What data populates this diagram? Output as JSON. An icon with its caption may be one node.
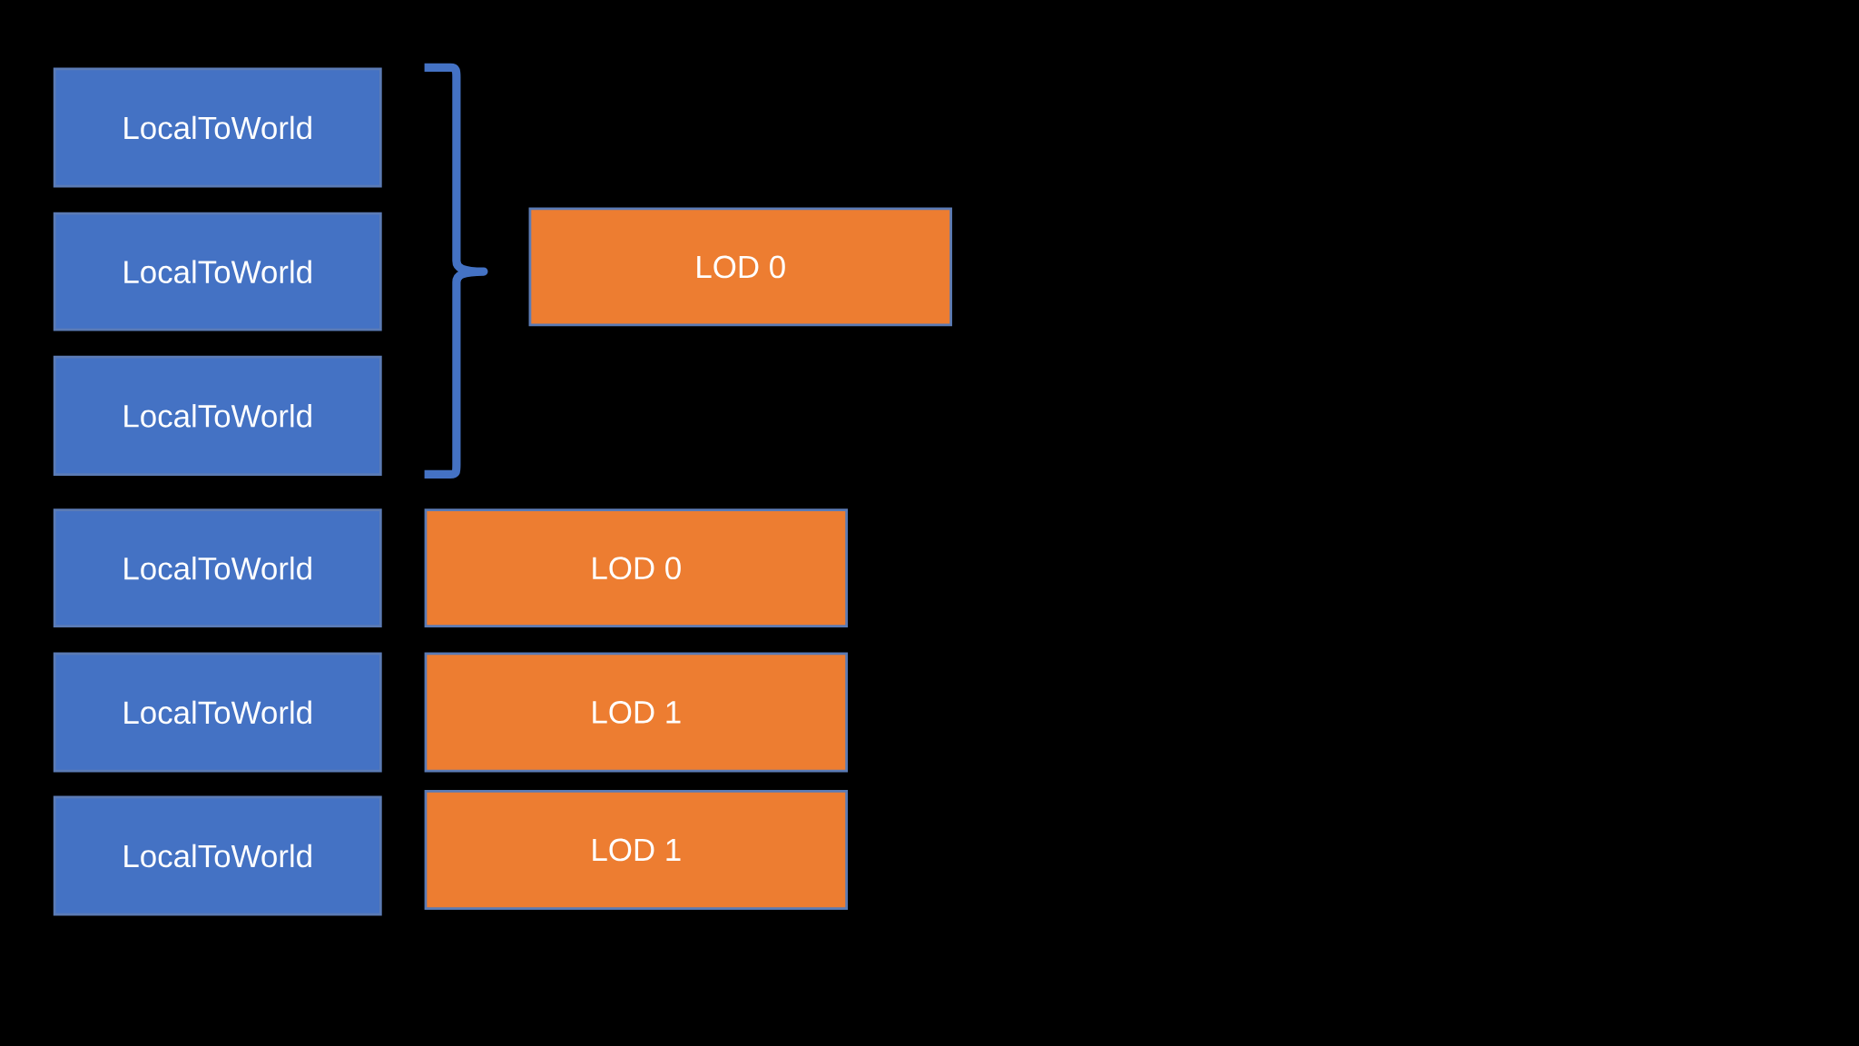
{
  "diagram": {
    "nodes": [
      {
        "text": [
          "LocalToWorld"
        ]
      },
      {
        "text": [
          "LocalToWorld"
        ]
      },
      {
        "text": [
          "LocalToWorld"
        ]
      },
      {
        "text": [
          "LOD 0"
        ]
      },
      {
        "text": [
          "LocalToWorld"
        ]
      },
      {
        "text": [
          "LOD 0"
        ]
      },
      {
        "text": [
          "LocalToWorld"
        ]
      },
      {
        "text": [
          "LOD 1"
        ]
      },
      {
        "text": [
          "LocalToWorld"
        ]
      },
      {
        "text": [
          "LOD 1"
        ]
      }
    ]
  }
}
